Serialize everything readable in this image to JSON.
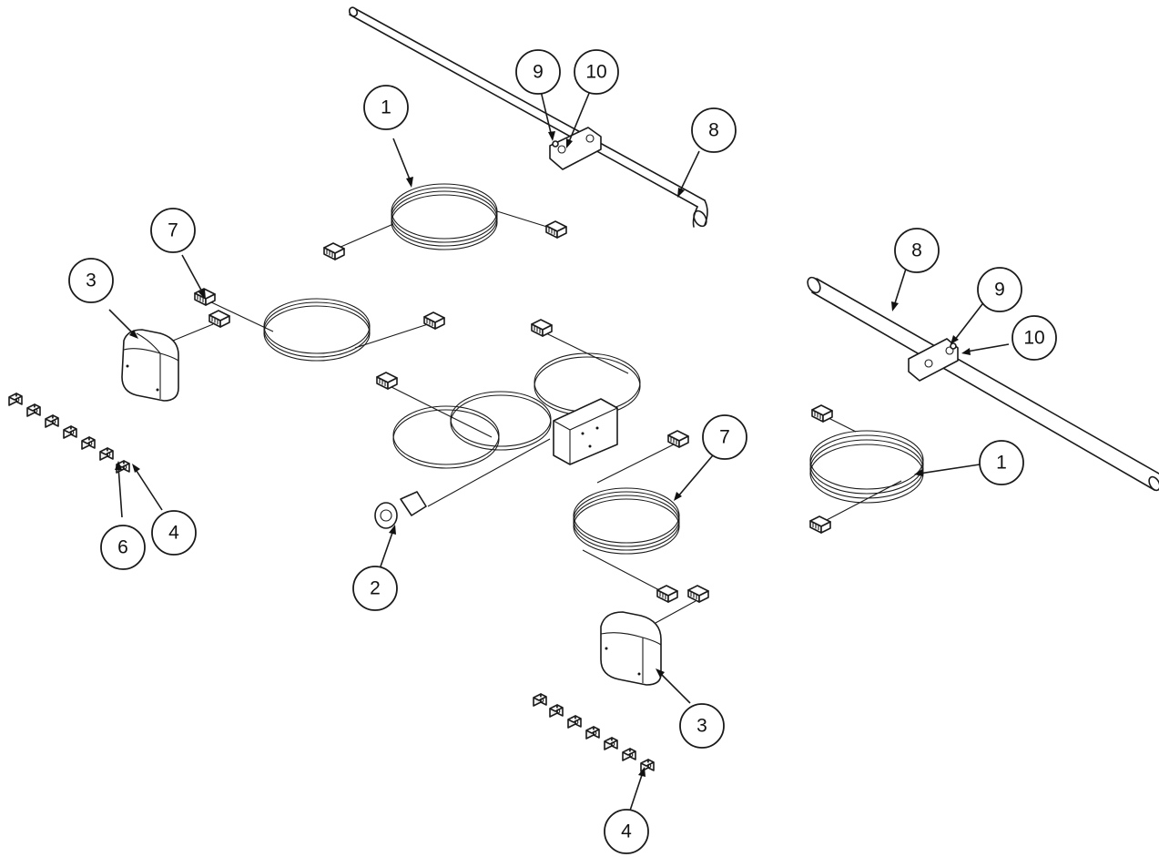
{
  "diagram": {
    "callouts": [
      {
        "id": "c1a",
        "label": "1"
      },
      {
        "id": "c9a",
        "label": "9"
      },
      {
        "id": "c10a",
        "label": "10"
      },
      {
        "id": "c8a",
        "label": "8"
      },
      {
        "id": "c7a",
        "label": "7"
      },
      {
        "id": "c3a",
        "label": "3"
      },
      {
        "id": "c8b",
        "label": "8"
      },
      {
        "id": "c9b",
        "label": "9"
      },
      {
        "id": "c10b",
        "label": "10"
      },
      {
        "id": "c1b",
        "label": "1"
      },
      {
        "id": "c7b",
        "label": "7"
      },
      {
        "id": "c6",
        "label": "6"
      },
      {
        "id": "c4a",
        "label": "4"
      },
      {
        "id": "c2",
        "label": "2"
      },
      {
        "id": "c3b",
        "label": "3"
      },
      {
        "id": "c4b",
        "label": "4"
      }
    ]
  }
}
